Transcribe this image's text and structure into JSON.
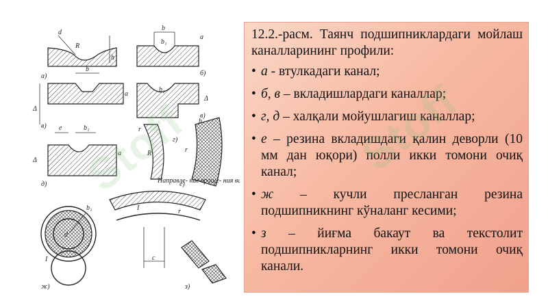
{
  "caption": "12.2.-расм. Таянч подшипниклардаги мойлаш каналларининг профили:",
  "items": [
    {
      "label": "а -",
      "text": " втулкадаги канал;"
    },
    {
      "label": "б, в",
      "text": " – вкладишлардаги каналлар;"
    },
    {
      "label": "г, д",
      "text": " – халқали мойушлагиш каналлар;"
    },
    {
      "label": "е",
      "text": " – резина вкладишдаги қалин деворли (10 мм дан юқори) полли икки томони очиқ канал;"
    },
    {
      "label": "ж",
      "text": " – кучли пресланган резина подшипникнинг кўналанг кесими;"
    },
    {
      "label": "з",
      "text": " – йиғма бакаут ва текстолит подшипникларнинг икки томони очиқ канали."
    }
  ],
  "figure": {
    "labels": {
      "a": "а)",
      "b": "б)",
      "v": "в)",
      "g": "г)",
      "d": "д)",
      "e": "е)",
      "zh": "ж)",
      "z": "з)",
      "dim_b": "b",
      "dim_b1": "b₁",
      "dim_e": "e",
      "dim_a": "a",
      "dim_D": "Δ",
      "dim_d": "d",
      "dim_R": "R",
      "dim_r": "r",
      "dim_h": "h",
      "dim_c": "c",
      "roman_one": "I",
      "direction_note": "Направле-\nние враще-\nния вала"
    }
  },
  "watermark": "Stoff"
}
